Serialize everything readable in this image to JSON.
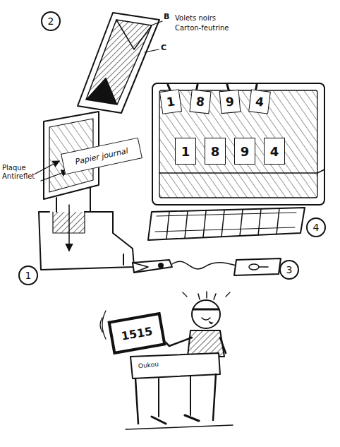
{
  "diagram": {
    "nodes": [
      {
        "text": [
          "Papier journal"
        ]
      },
      {
        "text": [
          "1"
        ]
      },
      {
        "text": [
          "8"
        ]
      },
      {
        "text": [
          "9"
        ]
      },
      {
        "text": [
          "4"
        ]
      },
      {
        "text": [
          "1"
        ]
      },
      {
        "text": [
          "8"
        ]
      },
      {
        "text": [
          "9"
        ]
      },
      {
        "text": [
          "4"
        ]
      },
      {
        "text": [
          "1515"
        ]
      }
    ],
    "labels": [
      "2",
      "B",
      "Volets noirs",
      "Carton-feutrine",
      "C",
      "Plaque Antireflet",
      "1",
      "4",
      "3",
      "Oukou"
    ]
  }
}
